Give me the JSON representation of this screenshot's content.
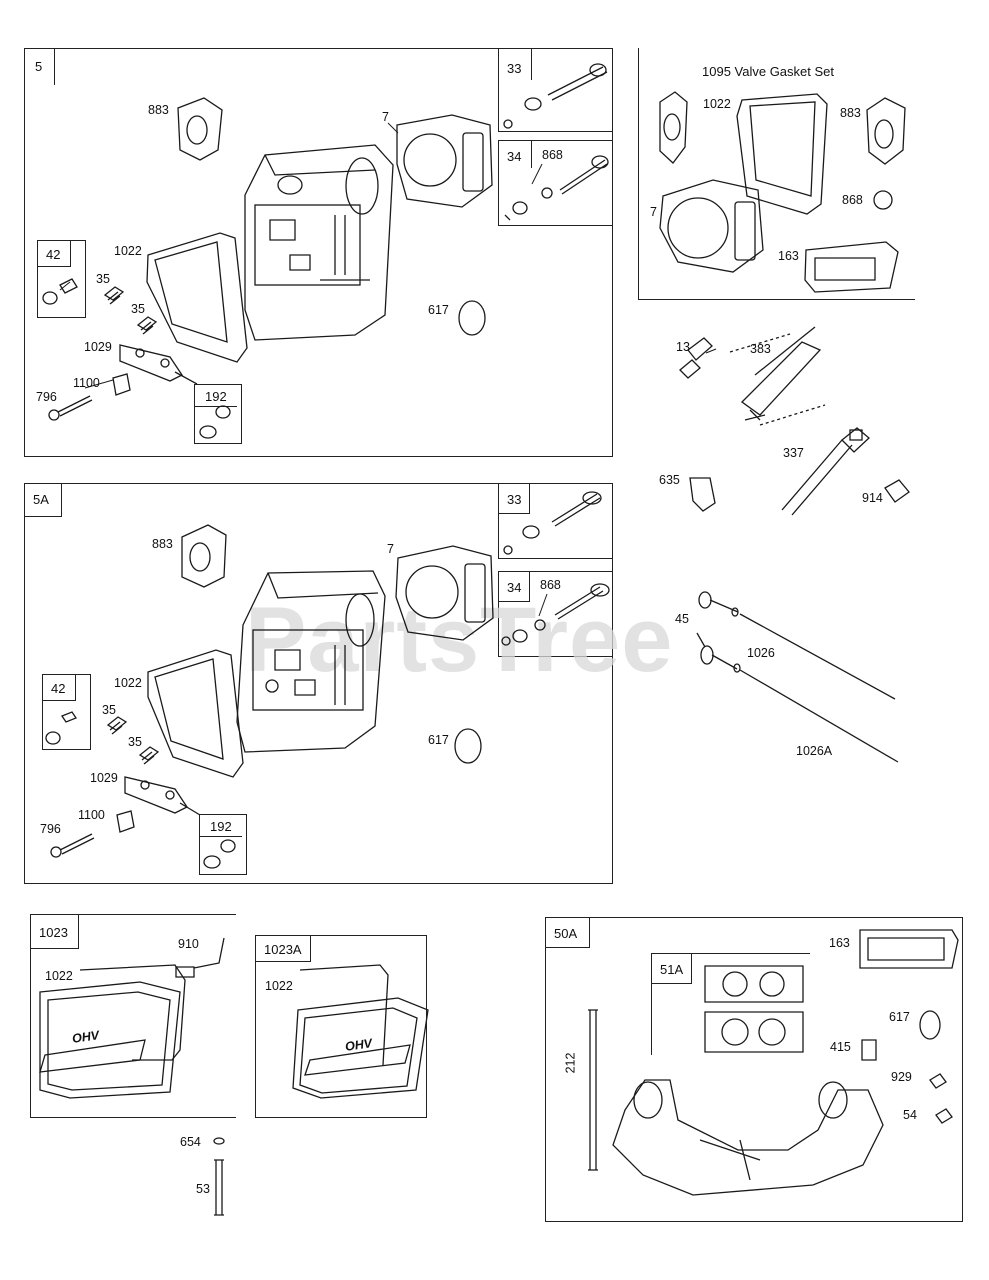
{
  "watermark": "PartsTree",
  "panels": {
    "p5": {
      "tag": "5"
    },
    "p5a": {
      "tag": "5A"
    },
    "p33a": {
      "tag": "33"
    },
    "p34a": {
      "tag": "34"
    },
    "p33b": {
      "tag": "33"
    },
    "p34b": {
      "tag": "34"
    },
    "p42a": {
      "tag": "42"
    },
    "p42b": {
      "tag": "42"
    },
    "p192a": {
      "tag": "192"
    },
    "p192b": {
      "tag": "192"
    },
    "p1023": {
      "tag": "1023"
    },
    "p1023a": {
      "tag": "1023A"
    },
    "p50a": {
      "tag": "50A"
    },
    "p51a": {
      "tag": "51A"
    },
    "gasket_set": {
      "title": "1095 Valve Gasket Set"
    }
  },
  "labels": {
    "a883": "883",
    "a7": "7",
    "a1022": "1022",
    "a617": "617",
    "a35a": "35",
    "a35b": "35",
    "a1029": "1029",
    "a1100": "1100",
    "a796": "796",
    "a868": "868",
    "b883": "883",
    "b7": "7",
    "b1022": "1022",
    "b617": "617",
    "b35a": "35",
    "b35b": "35",
    "b1029": "1029",
    "b1100": "1100",
    "b796": "796",
    "b868": "868",
    "g1022": "1022",
    "g883": "883",
    "g7": "7",
    "g868": "868",
    "g163": "163",
    "c13": "13",
    "c383": "383",
    "c337": "337",
    "c635": "635",
    "c914": "914",
    "d45": "45",
    "d1026": "1026",
    "d1026a": "1026A",
    "e910": "910",
    "e1022a": "1022",
    "e1022b": "1022",
    "e654": "654",
    "e53": "53",
    "f163": "163",
    "f617": "617",
    "f415": "415",
    "f929": "929",
    "f54": "54",
    "f212": "212"
  },
  "embossed_text": "OHV"
}
